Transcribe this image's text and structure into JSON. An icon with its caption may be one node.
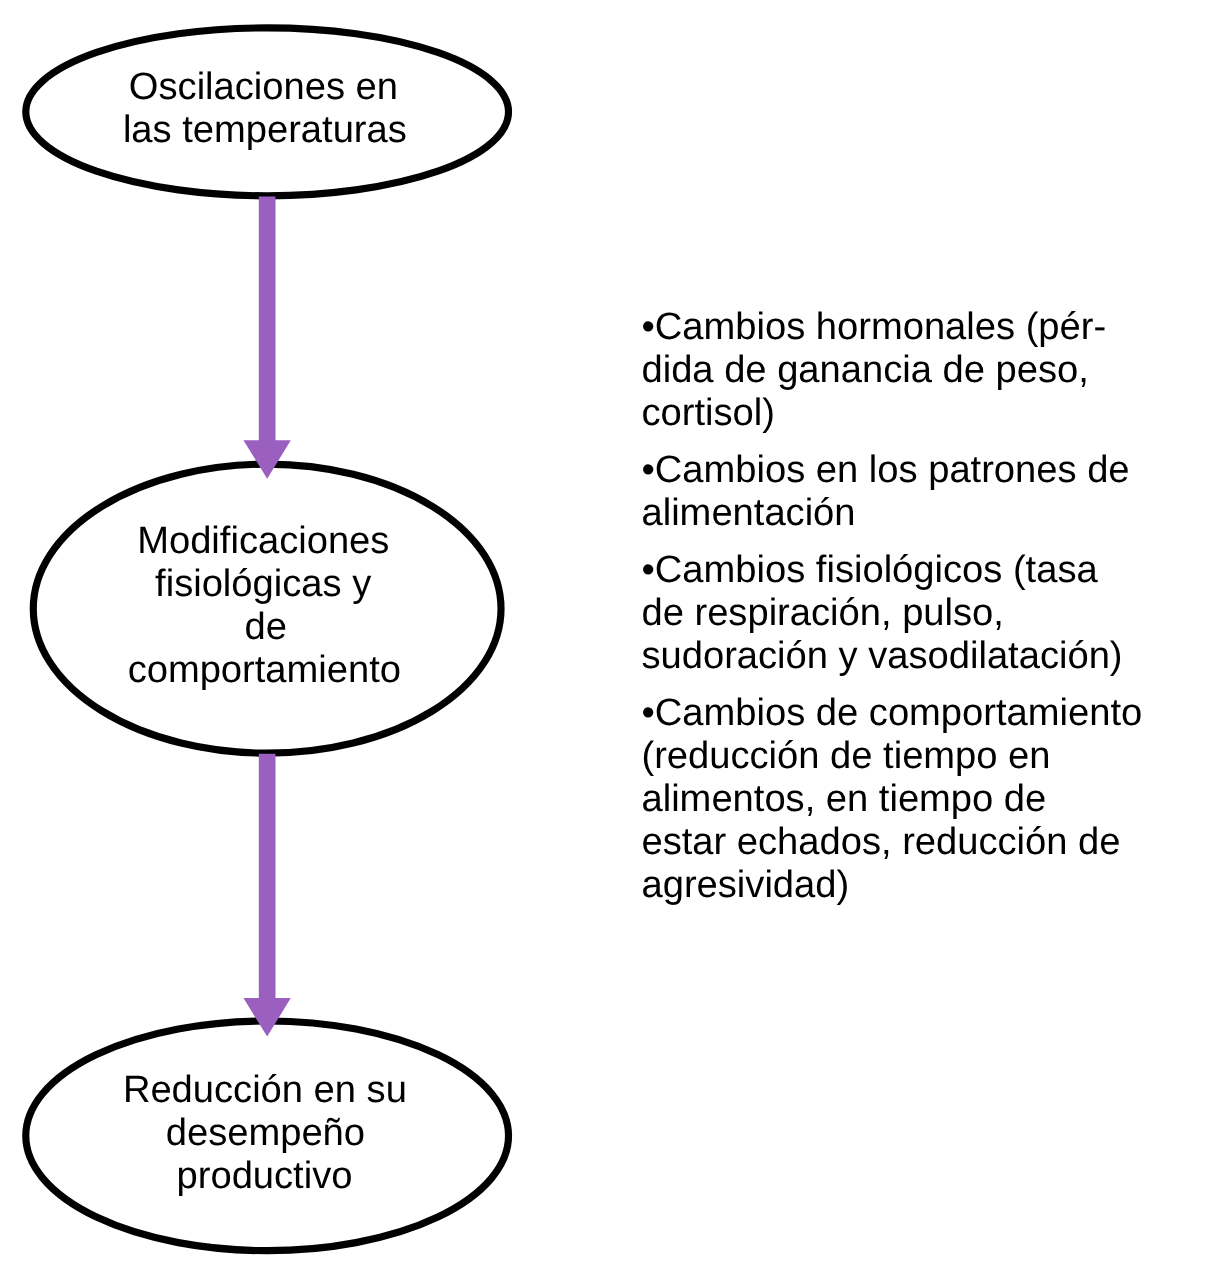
{
  "diagram": {
    "nodes": [
      {
        "text": [
          "Oscilaciones en las temperaturas"
        ]
      },
      {
        "text": [
          "Modificaciones fisiológicas y de comportamiento"
        ]
      },
      {
        "text": [
          "Reducción en su desempeño productivo"
        ]
      }
    ],
    "edges": [
      {
        "from": 0,
        "to": 1,
        "arrow": "to"
      },
      {
        "from": 1,
        "to": 2,
        "arrow": "to"
      }
    ],
    "labels": [
      "•Cambios hormonales (pér-dida de ganancia de peso, cortisol)",
      "•Cambios en los patrones de alimentación",
      "•Cambios fisiológicos (tasa de respiración, pulso, sudoración y vasodilatación)",
      "•Cambios de comportamiento (reducción de tiempo en alimentos, en tiempo de estar echados, reducción de agresividad)"
    ]
  }
}
